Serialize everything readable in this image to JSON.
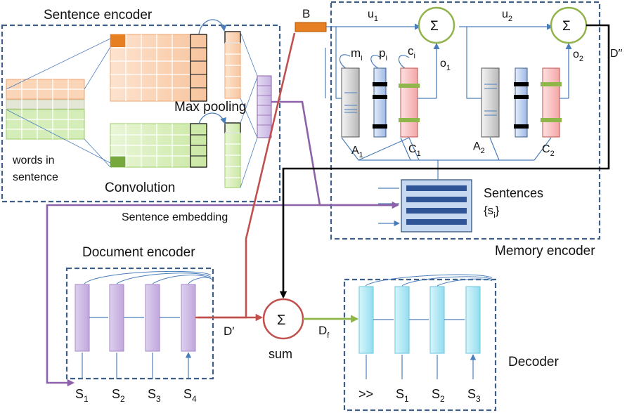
{
  "sentence_encoder": {
    "title": "Sentence encoder",
    "max_pooling": "Max pooling",
    "words_in_sentence_line1": "words in",
    "words_in_sentence_line2": "sentence",
    "convolution": "Convolution",
    "sentence_embedding": "Sentence embedding"
  },
  "memory_encoder": {
    "title": "Memory encoder",
    "B": "B",
    "u1": "u",
    "u1_sub": "1",
    "u2": "u",
    "u2_sub": "2",
    "o1": "o",
    "o1_sub": "1",
    "o2": "o",
    "o2_sub": "2",
    "m": "m",
    "m_sub": "i",
    "p": "p",
    "p_sub": "i",
    "c": "c",
    "c_sub": "i",
    "A1": "A",
    "A1_sub": "1",
    "C1": "C",
    "C1_sub": "1",
    "A2": "A",
    "A2_sub": "2",
    "C2": "C",
    "C2_sub": "2",
    "sigma": "Σ",
    "D_double_prime": "D′′",
    "sentences": "Sentences",
    "sentences_set": "{s",
    "sentences_set_sub": "i",
    "sentences_set_close": "}"
  },
  "document_encoder": {
    "title": "Document encoder",
    "inputs": [
      {
        "label": "S",
        "sub": "1"
      },
      {
        "label": "S",
        "sub": "2"
      },
      {
        "label": "S",
        "sub": "3"
      },
      {
        "label": "S",
        "sub": "4"
      }
    ],
    "D_prime": "D′"
  },
  "sum": {
    "sigma": "Σ",
    "label": "sum",
    "Df": "D",
    "Df_sub": "f"
  },
  "decoder": {
    "title": "Decoder",
    "inputs": [
      {
        "label": ">>",
        "sub": ""
      },
      {
        "label": "S",
        "sub": "1"
      },
      {
        "label": "S",
        "sub": "2"
      },
      {
        "label": "S",
        "sub": "3"
      }
    ]
  },
  "colors": {
    "box_border": "#3f5f86",
    "purple": "#8e62a8",
    "red": "#c0504d",
    "green": "#8fb649",
    "black": "#000000",
    "blue_line": "#4a7ebb",
    "orange": "#e67e22",
    "sigma_circle_green": "#92b34c",
    "sigma_circle_red": "#c0504d"
  }
}
